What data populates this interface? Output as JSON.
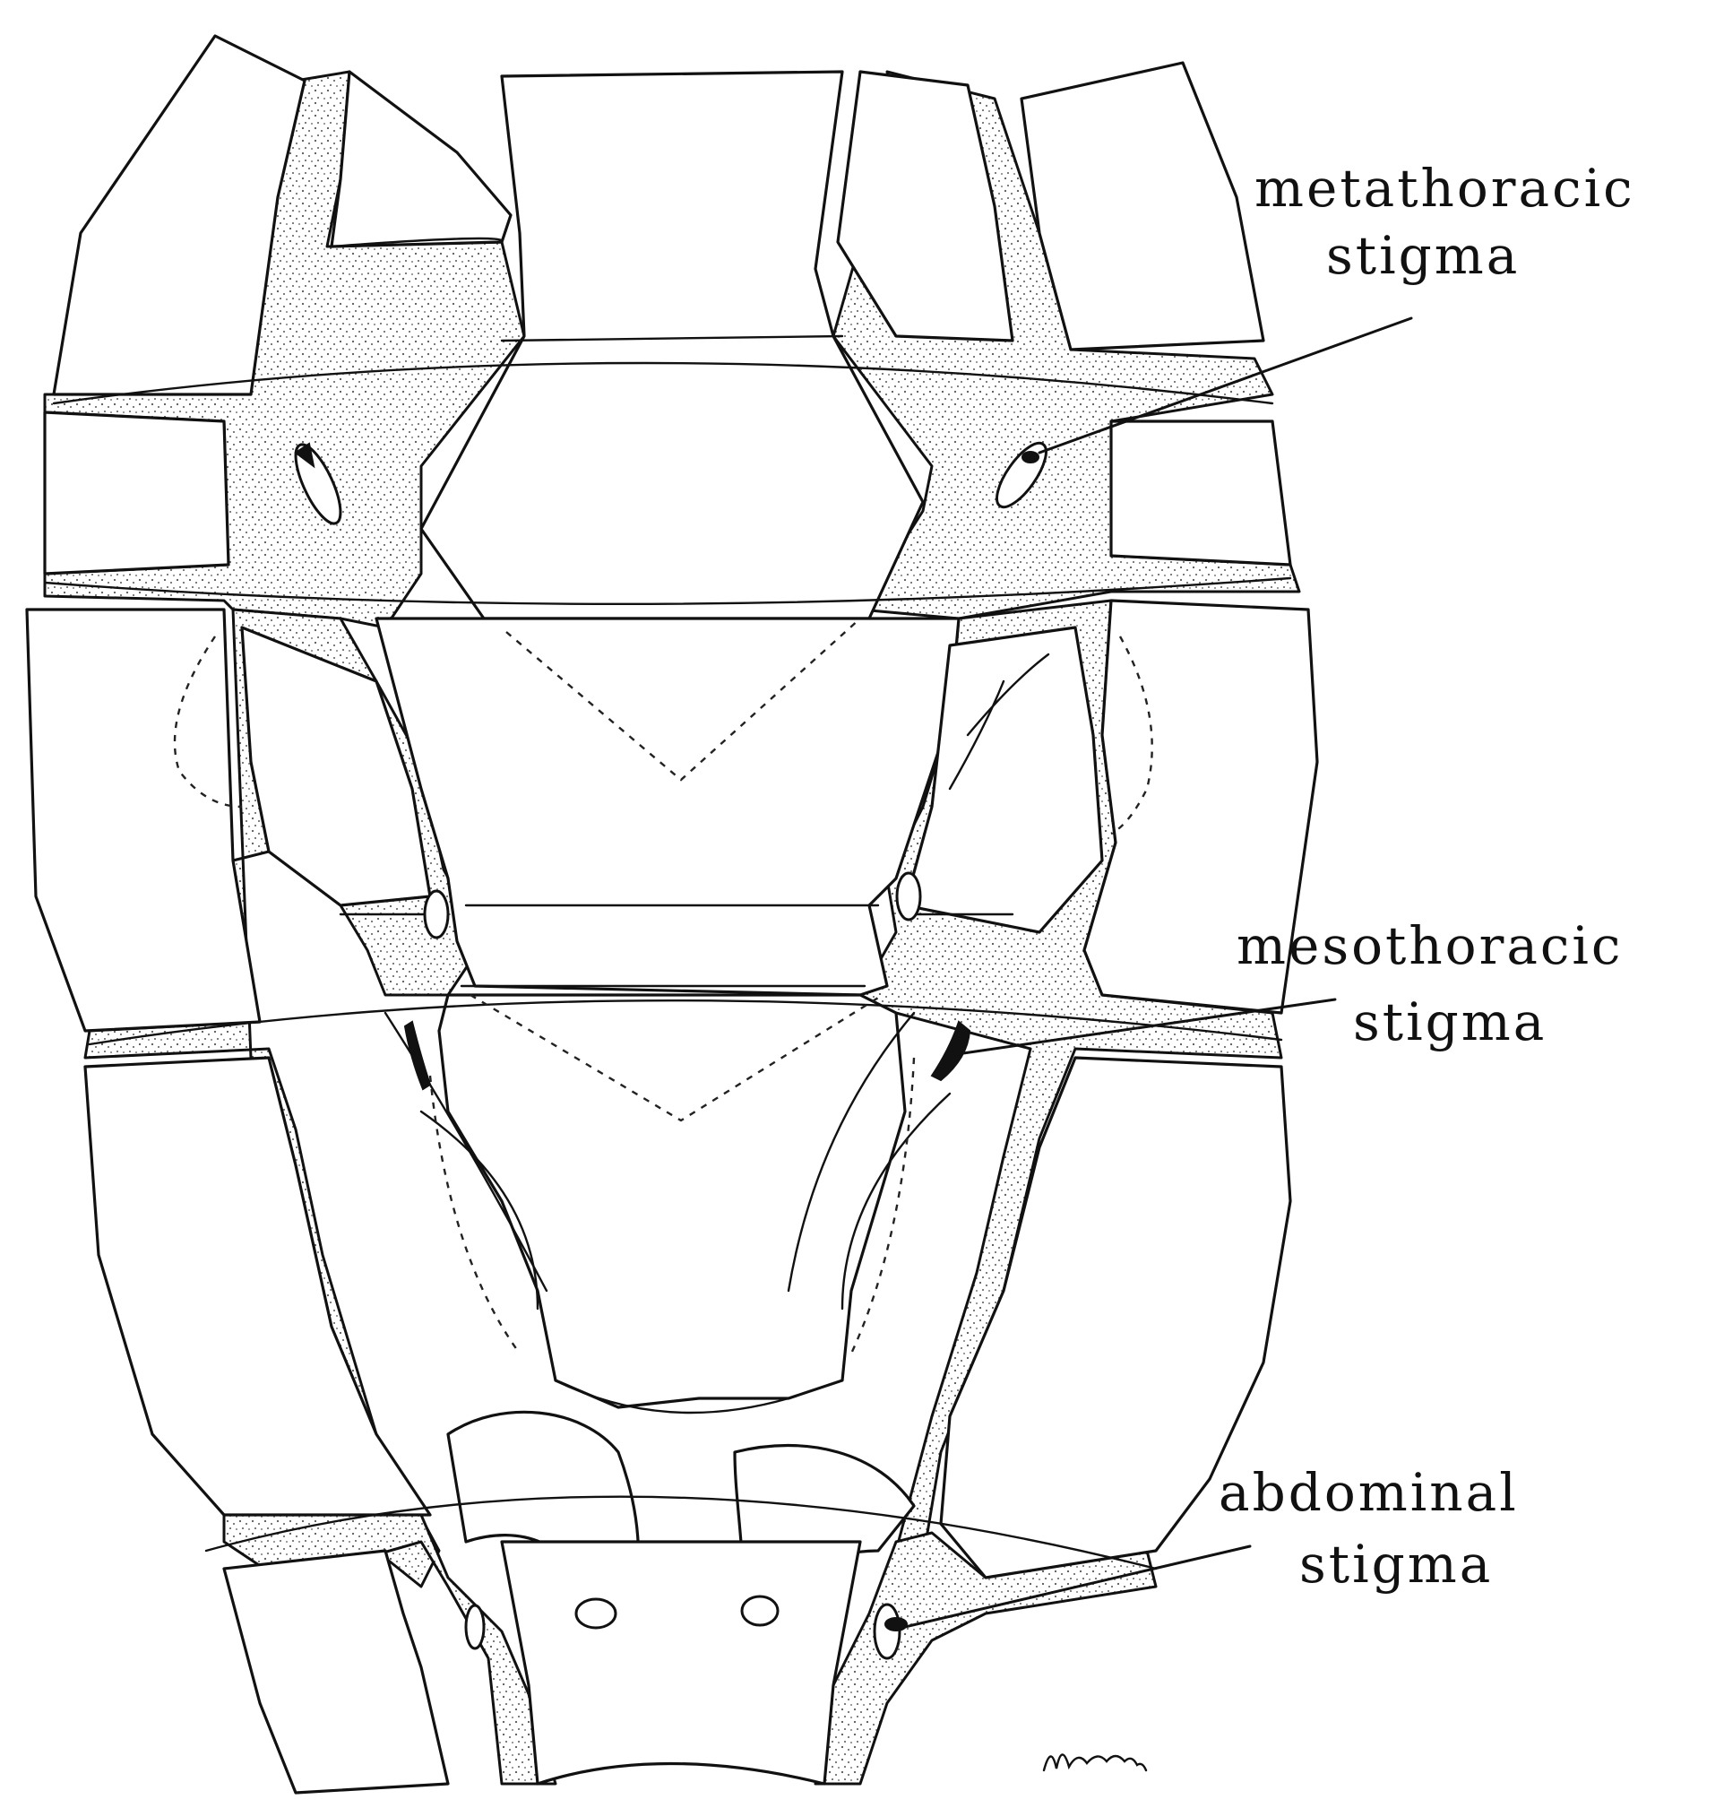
{
  "labels": {
    "metathoracic": [
      "metathoracic",
      "stigma"
    ],
    "mesothoracic": [
      "mesothoracic",
      "stigma"
    ],
    "abdominal": [
      "abdominal",
      "stigma"
    ]
  },
  "colors": {
    "ink": "#111111",
    "background": "#ffffff",
    "stipple": "#555555"
  }
}
